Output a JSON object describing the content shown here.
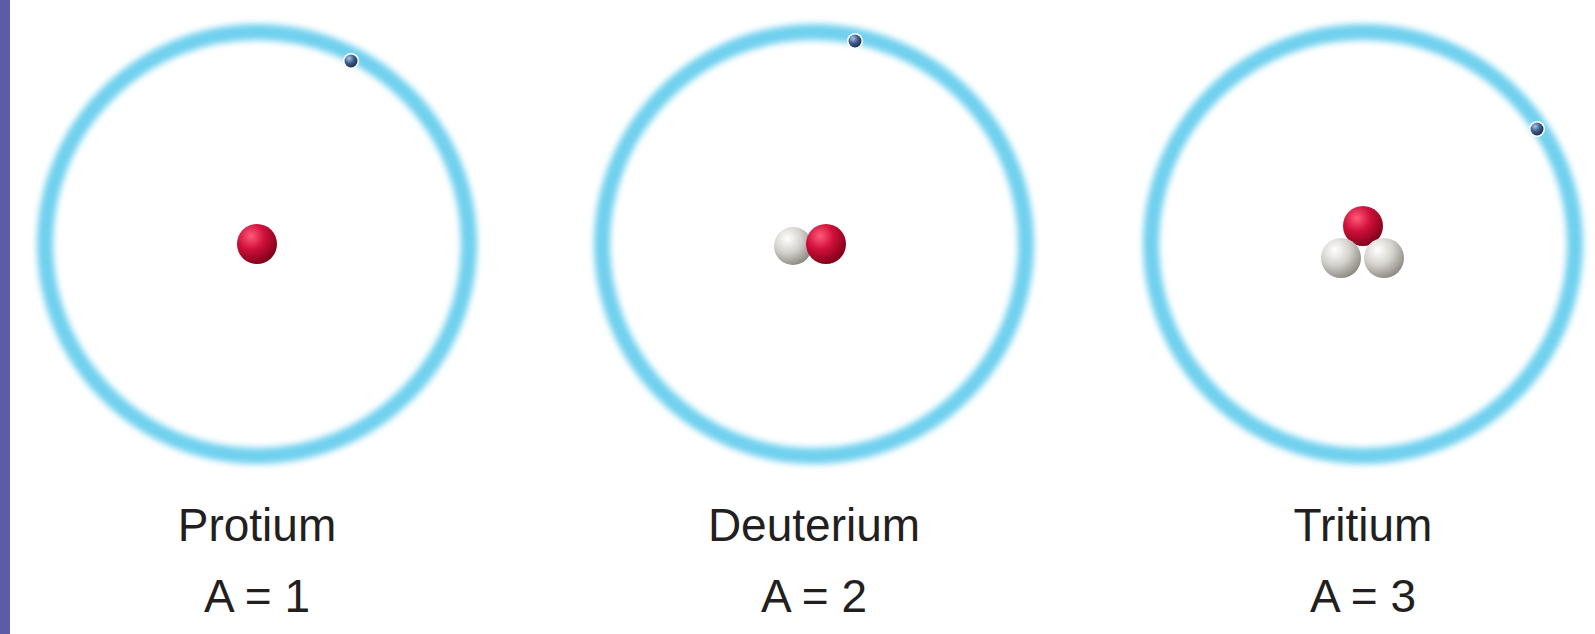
{
  "diagram": {
    "labels": [
      "Protium",
      "A = 1",
      "Deuterium",
      "A = 2",
      "Tritium",
      "A = 3"
    ]
  }
}
